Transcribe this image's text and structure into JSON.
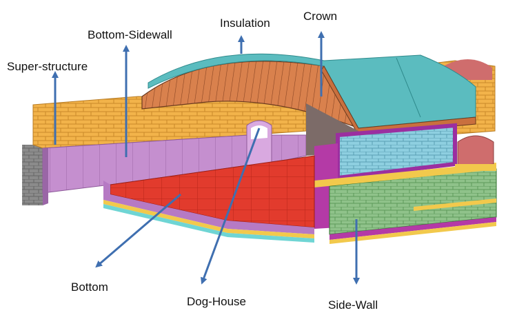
{
  "labels": {
    "super_structure": "Super-structure",
    "bottom_sidewall": "Bottom-Sidewall",
    "insulation": "Insulation",
    "crown": "Crown",
    "bottom": "Bottom",
    "dog_house": "Dog-House",
    "side_wall": "Side-Wall"
  },
  "colors": {
    "arrow": "#3f6fb0",
    "crown_brick": "#d9814d",
    "crown_top": "#5bbcbf",
    "superstructure_brick": "#f2b34a",
    "sidewall_lilac": "#c58fcf",
    "bottom_floor": "#e23b2d",
    "side_wall_green": "#8fc28a",
    "insulation_magenta": "#b43aa6",
    "stone_grey": "#8b8b8b",
    "light_blue_panel": "#8ecfe0"
  }
}
